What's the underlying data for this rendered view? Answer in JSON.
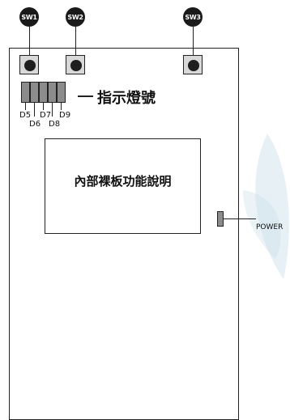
{
  "switches": [
    {
      "label": "SW1"
    },
    {
      "label": "SW2"
    },
    {
      "label": "SW3"
    }
  ],
  "leds": [
    "D5",
    "D6",
    "D7",
    "D8",
    "D9"
  ],
  "indicator_label": "指示燈號",
  "board_description": "內部裸板功能說明",
  "power_label": "POWER",
  "colors": {
    "outline": "#222222",
    "button_knob": "#1e1e1e",
    "led_fill": "#8c8c8c",
    "watermark": "#c7dde9"
  }
}
